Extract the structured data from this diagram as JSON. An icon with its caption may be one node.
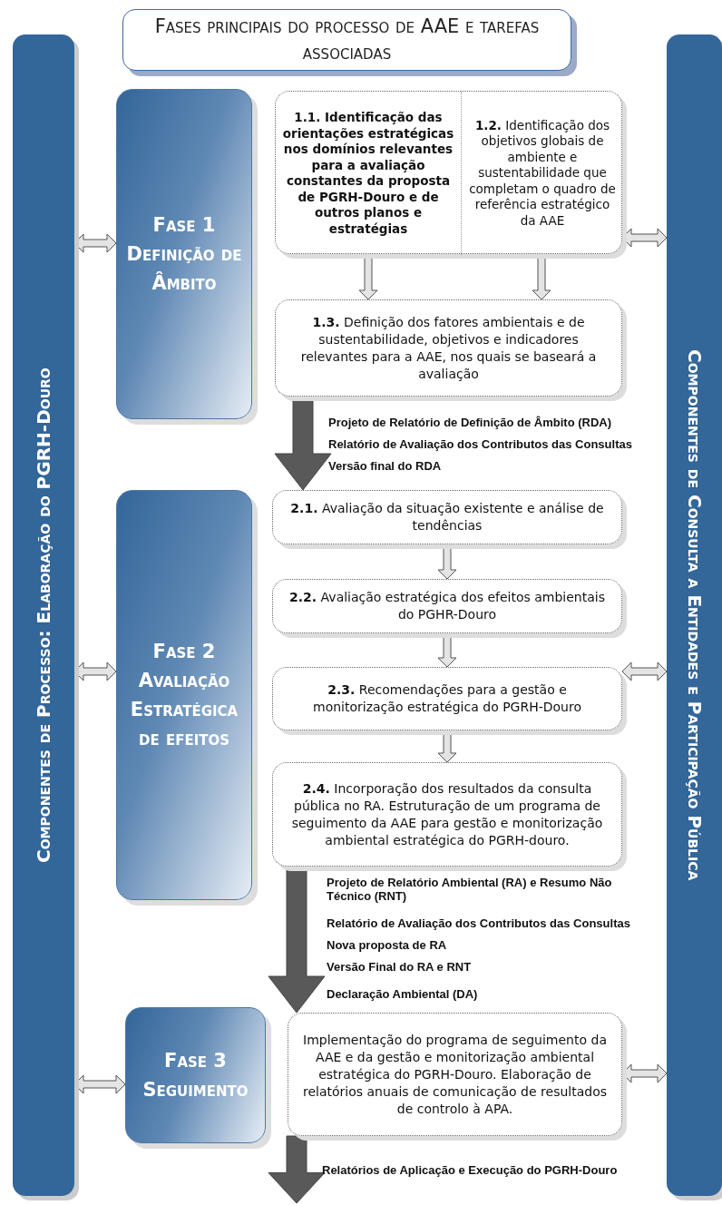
{
  "diagram": {
    "nodes": [
      {
        "text": [
          "Fases principais do processo de AAE e tarefas associadas"
        ]
      },
      {
        "text": [
          "Componentes de Processo: Elaboração do PGRH-Douro"
        ]
      },
      {
        "text": [
          "Componentes de Consulta a Entidades e Participação Pública"
        ]
      },
      {
        "text": [
          "Fase 1",
          "Definição de Âmbito"
        ]
      },
      {
        "text": [],
        "shape": "box"
      },
      {
        "text": [
          "1.1. Identificação das orientações estratégicas nos domínios relevantes para a avaliação constantes da proposta de PGRH-Douro e de outros planos e estratégias"
        ],
        "in": 4
      },
      {
        "text": [
          "**1.2.** Identificação dos objetivos globais de ambiente e sustentabilidade que completam o quadro de referência estratégico da AAE"
        ],
        "in": 4
      },
      {
        "text": [
          "**1.3.** Definição dos fatores ambientais e de sustentabilidade, objetivos e indicadores relevantes para a AAE, nos quais se baseará a avaliação"
        ]
      },
      {
        "text": [
          "Fase 2",
          "Avaliação Estratégica de efeitos"
        ]
      },
      {
        "text": [
          "**2.1.** Avaliação da situação existente e análise de tendências"
        ]
      },
      {
        "text": [
          "**2.2.** Avaliação estratégica dos efeitos ambientais do PGHR-Douro"
        ]
      },
      {
        "text": [
          "**2.3.** Recomendações para a gestão e monitorização estratégica do PGRH-Douro"
        ]
      },
      {
        "text": [
          "**2.4.** Incorporação dos resultados da consulta pública no RA. Estruturação de um programa de seguimento da AAE para gestão e monitorização ambiental estratégica do PGRH-douro."
        ]
      },
      {
        "text": [
          "Fase 3",
          "Seguimento"
        ]
      },
      {
        "text": [
          "Implementação do programa de seguimento da AAE e da gestão e monitorização ambiental estratégica do PGRH-Douro. Elaboração de relatórios anuais de comunicação de resultados de controlo à APA."
        ]
      }
    ],
    "edges": [
      {
        "from": 1,
        "to": 3,
        "arrow": "both"
      },
      {
        "from": 4,
        "to": 2,
        "arrow": "both"
      },
      {
        "from": 5,
        "to": 7,
        "arrow": "to"
      },
      {
        "from": 6,
        "to": 7,
        "arrow": "to"
      },
      {
        "from": 7,
        "to": 9,
        "arrow": "to",
        "style": "thick",
        "color": "#595959"
      },
      {
        "from": 9,
        "to": 10,
        "arrow": "to"
      },
      {
        "from": 10,
        "to": 11,
        "arrow": "to"
      },
      {
        "from": 11,
        "to": 12,
        "arrow": "to"
      },
      {
        "from": 1,
        "to": 8,
        "arrow": "both"
      },
      {
        "from": 11,
        "to": 2,
        "arrow": "both"
      },
      {
        "from": 12,
        "to": 14,
        "arrow": "to",
        "style": "thick",
        "color": "#595959"
      },
      {
        "from": 1,
        "to": 13,
        "arrow": "both"
      },
      {
        "from": 14,
        "to": 2,
        "arrow": "both"
      },
      {
        "from": 14,
        "to": null,
        "arrow": "to",
        "style": "thick",
        "color": "#595959"
      }
    ],
    "labels": [
      "Projeto de Relatório de Definição de Âmbito (RDA)",
      "Relatório de Avaliação dos Contributos das Consultas",
      "Versão final do RDA",
      "Projeto de Relatório Ambiental (RA) e Resumo Não Técnico (RNT)",
      "Relatório de Avaliação dos Contributos das Consultas",
      "Nova proposta de RA",
      "Versão Final do RA e RNT",
      "Declaração Ambiental (DA)",
      "Relatórios de Aplicação e Execução do PGRH-Douro"
    ]
  }
}
